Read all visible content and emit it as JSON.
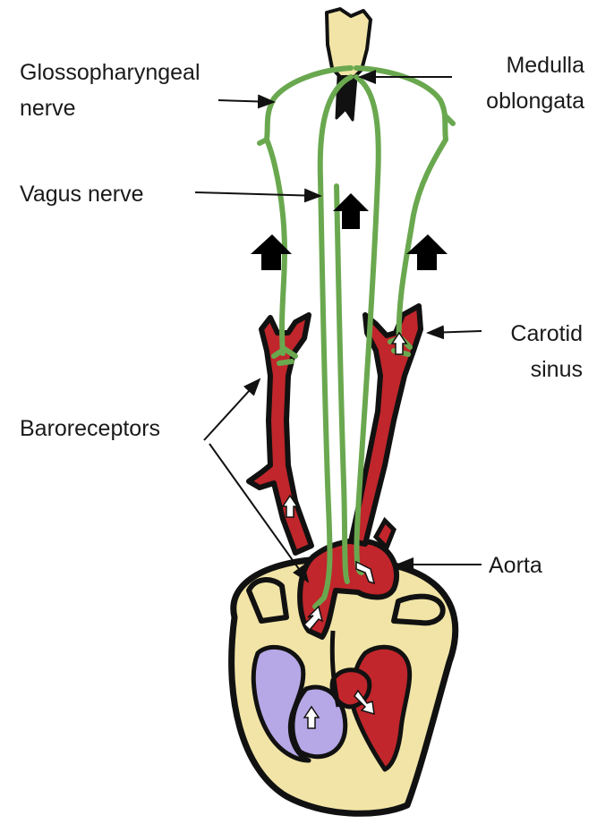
{
  "labels": {
    "glossopharyngeal_line1": "Glossopharyngeal",
    "glossopharyngeal_line2": "nerve",
    "medulla_line1": "Medulla",
    "medulla_line2": "oblongata",
    "vagus": "Vagus nerve",
    "carotid_line1": "Carotid",
    "carotid_line2": "sinus",
    "baroreceptors": "Baroreceptors",
    "aorta": "Aorta"
  },
  "colors": {
    "nerve": "#6aa84f",
    "vessel": "#c0262b",
    "outline": "#111111",
    "heart_wall": "#f1e4a6",
    "deoxygenated_chamber": "#b6a7e6",
    "flow_arrow": "#ffffff",
    "signal_arrow": "#000000"
  }
}
